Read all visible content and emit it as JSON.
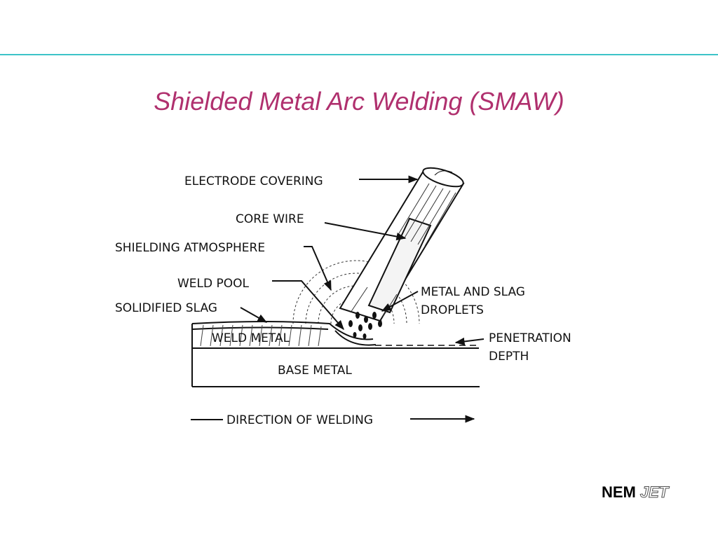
{
  "slide": {
    "title": "Shielded Metal Arc Welding (SMAW)",
    "title_color": "#b0306e",
    "rule_color": "#3cc3c8"
  },
  "diagram": {
    "labels": {
      "electrode_covering": "ELECTRODE COVERING",
      "core_wire": "CORE WIRE",
      "shielding_atmosphere": "SHIELDING ATMOSPHERE",
      "weld_pool": "WELD POOL",
      "solidified_slag": "SOLIDIFIED SLAG",
      "metal_and_slag_line1": "METAL AND SLAG",
      "metal_and_slag_line2": "DROPLETS",
      "weld_metal": "WELD METAL",
      "penetration_line1": "PENETRATION",
      "penetration_line2": "DEPTH",
      "base_metal": "BASE METAL",
      "direction": "DIRECTION OF WELDING"
    }
  },
  "logo": {
    "primary": "NEM",
    "secondary": "JET"
  }
}
